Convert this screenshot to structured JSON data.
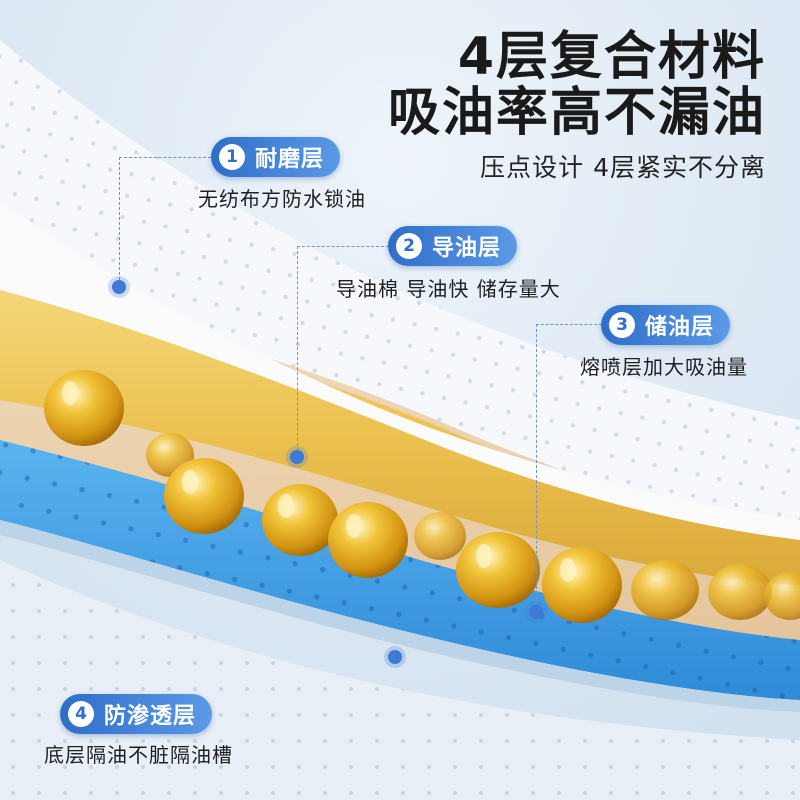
{
  "headline": {
    "line1": "4层复合材料",
    "line2": "吸油率高不漏油",
    "subtitle": "压点设计 4层紧实不分离"
  },
  "layers": [
    {
      "number": "1",
      "name": "耐磨层",
      "description": "无纺布方防水锁油"
    },
    {
      "number": "2",
      "name": "导油层",
      "description": "导油棉 导油快 储存量大"
    },
    {
      "number": "3",
      "name": "储油层",
      "description": "熔喷层加大吸油量"
    },
    {
      "number": "4",
      "name": "防渗透层",
      "description": "底层隔油不脏隔油槽"
    }
  ],
  "colors": {
    "accent": "#3d7ad6",
    "pill_start": "#2f6ec8",
    "pill_end": "#5b9ae6",
    "oil": "#e9b730",
    "bottom_layer": "#3f9fe4"
  }
}
